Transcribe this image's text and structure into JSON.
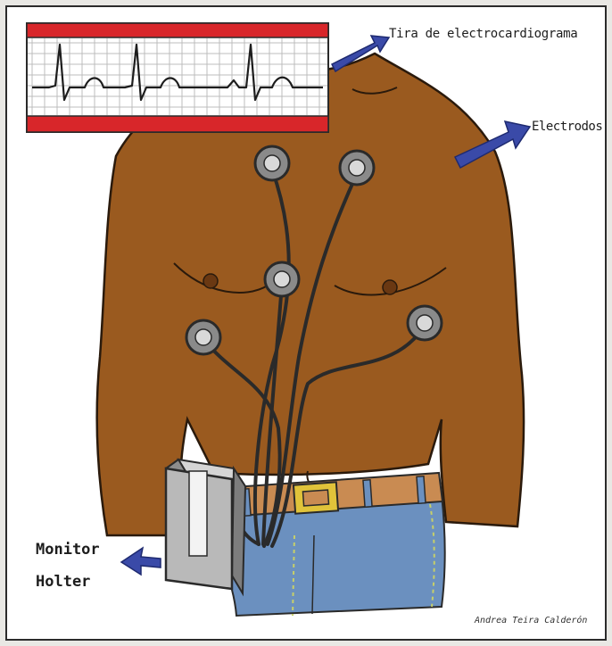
{
  "labels": {
    "ecg_strip": "Tira de electrocardiograma",
    "electrodes": "Electrodos",
    "monitor_line1": "Monitor",
    "monitor_line2": "Holter",
    "signature": "Andrea Teira Calderón"
  },
  "colors": {
    "skin": "#9a5a1f",
    "skin_outline": "#2a1a0c",
    "electrode": "#8a8a8a",
    "electrode_center": "#d9d9d9",
    "cable": "#2a2a2a",
    "jeans": "#6b90bf",
    "belt": "#c98b52",
    "buckle": "#e0c33a",
    "monitor": "#b9b9b9",
    "arrow": "#3a4aa8",
    "ecg_band": "#d8262a",
    "ecg_grid": "#bcbcbc"
  }
}
